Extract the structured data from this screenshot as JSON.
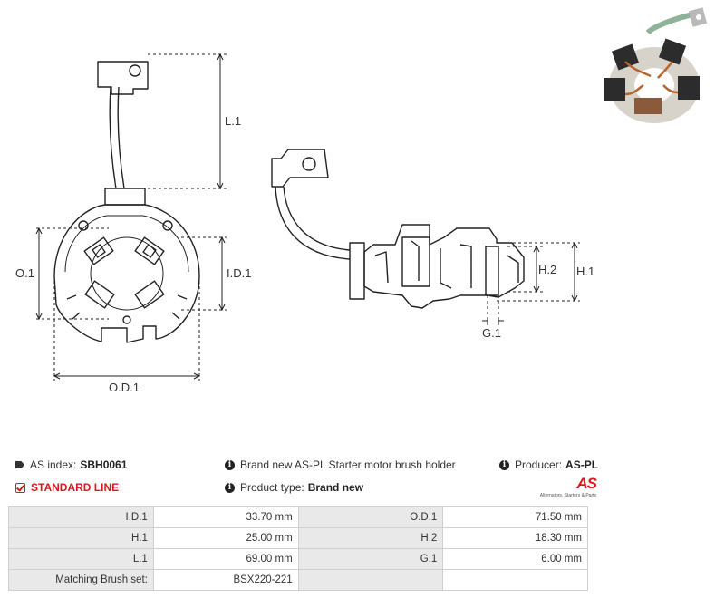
{
  "dimension_labels": {
    "l1": "L.1",
    "o1": "O.1",
    "id1": "I.D.1",
    "od1": "O.D.1",
    "h1": "H.1",
    "h2": "H.2",
    "g1": "G.1"
  },
  "info": {
    "as_index_label": "AS index:",
    "as_index_value": "SBH0061",
    "line": "STANDARD LINE",
    "description": "Brand new AS-PL Starter motor brush holder",
    "product_type_label": "Product type:",
    "product_type_value": "Brand new",
    "producer_label": "Producer:",
    "producer_value": "AS-PL"
  },
  "logo": {
    "mark": "AS",
    "tagline": "Alternators, Starters & Parts"
  },
  "specs": [
    {
      "l1": "I.D.1",
      "v1": "33.70 mm",
      "l2": "O.D.1",
      "v2": "71.50 mm"
    },
    {
      "l1": "H.1",
      "v1": "25.00 mm",
      "l2": "H.2",
      "v2": "18.30 mm"
    },
    {
      "l1": "L.1",
      "v1": "69.00 mm",
      "l2": "G.1",
      "v2": "6.00 mm"
    },
    {
      "l1": "Matching Brush set:",
      "v1": "BSX220-221",
      "l2": "",
      "v2": ""
    }
  ]
}
